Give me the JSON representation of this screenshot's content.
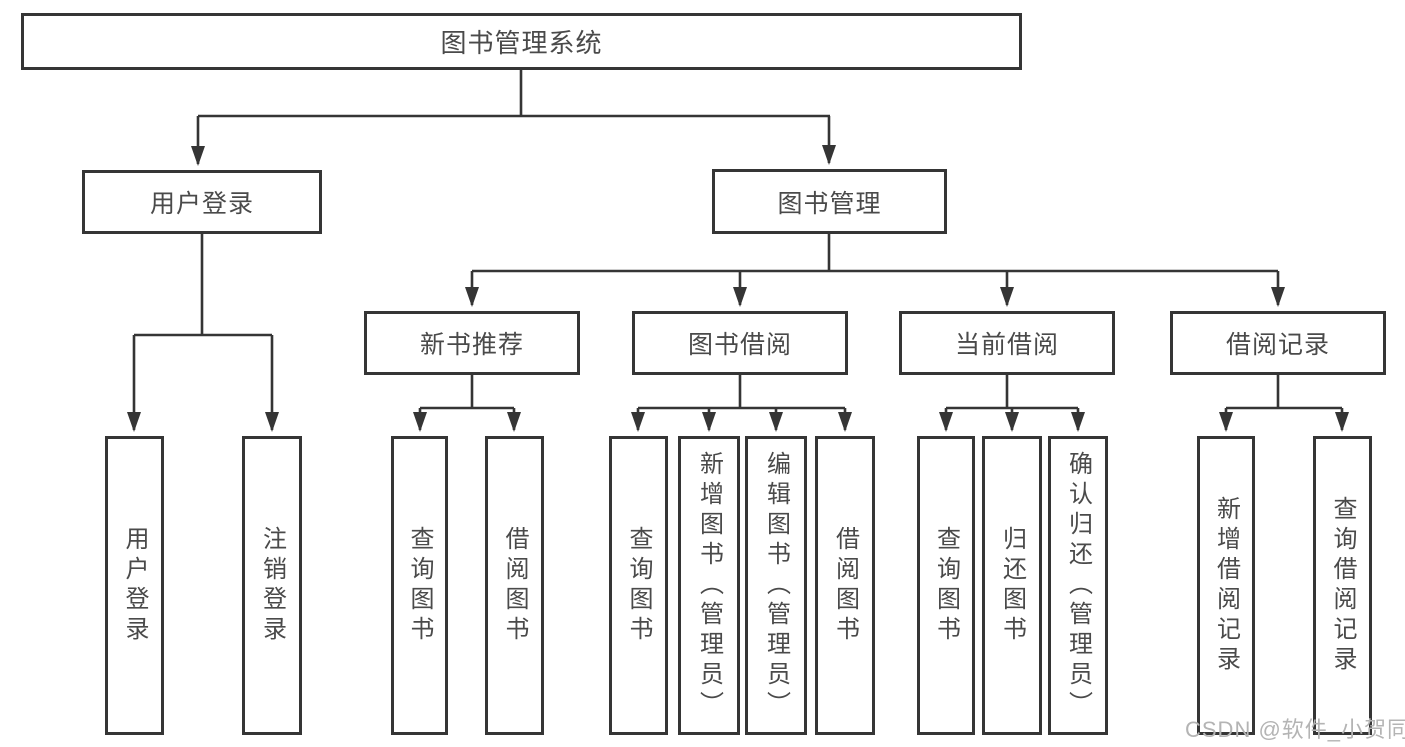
{
  "diagram": {
    "root": {
      "label": "图书管理系统"
    },
    "branches": [
      {
        "label": "用户登录",
        "children": [
          {
            "label": "用户登录"
          },
          {
            "label": "注销登录"
          }
        ]
      },
      {
        "label": "图书管理",
        "children": [
          {
            "label": "新书推荐",
            "children": [
              {
                "label": "查询图书"
              },
              {
                "label": "借阅图书"
              }
            ]
          },
          {
            "label": "图书借阅",
            "children": [
              {
                "label": "查询图书"
              },
              {
                "label": "新增图书（管理员）"
              },
              {
                "label": "编辑图书（管理员）"
              },
              {
                "label": "借阅图书"
              }
            ]
          },
          {
            "label": "当前借阅",
            "children": [
              {
                "label": "查询图书"
              },
              {
                "label": "归还图书"
              },
              {
                "label": "确认归还（管理员）"
              }
            ]
          },
          {
            "label": "借阅记录",
            "children": [
              {
                "label": "新增借阅记录"
              },
              {
                "label": "查询借阅记录"
              }
            ]
          }
        ]
      }
    ]
  },
  "watermark": {
    "text": "CSDN @软件_小贺同学"
  },
  "colors": {
    "line": "#353535",
    "box_border": "#353535",
    "text": "#4a4a4a",
    "watermark": "#b4b4b4",
    "bg": "#ffffff"
  }
}
